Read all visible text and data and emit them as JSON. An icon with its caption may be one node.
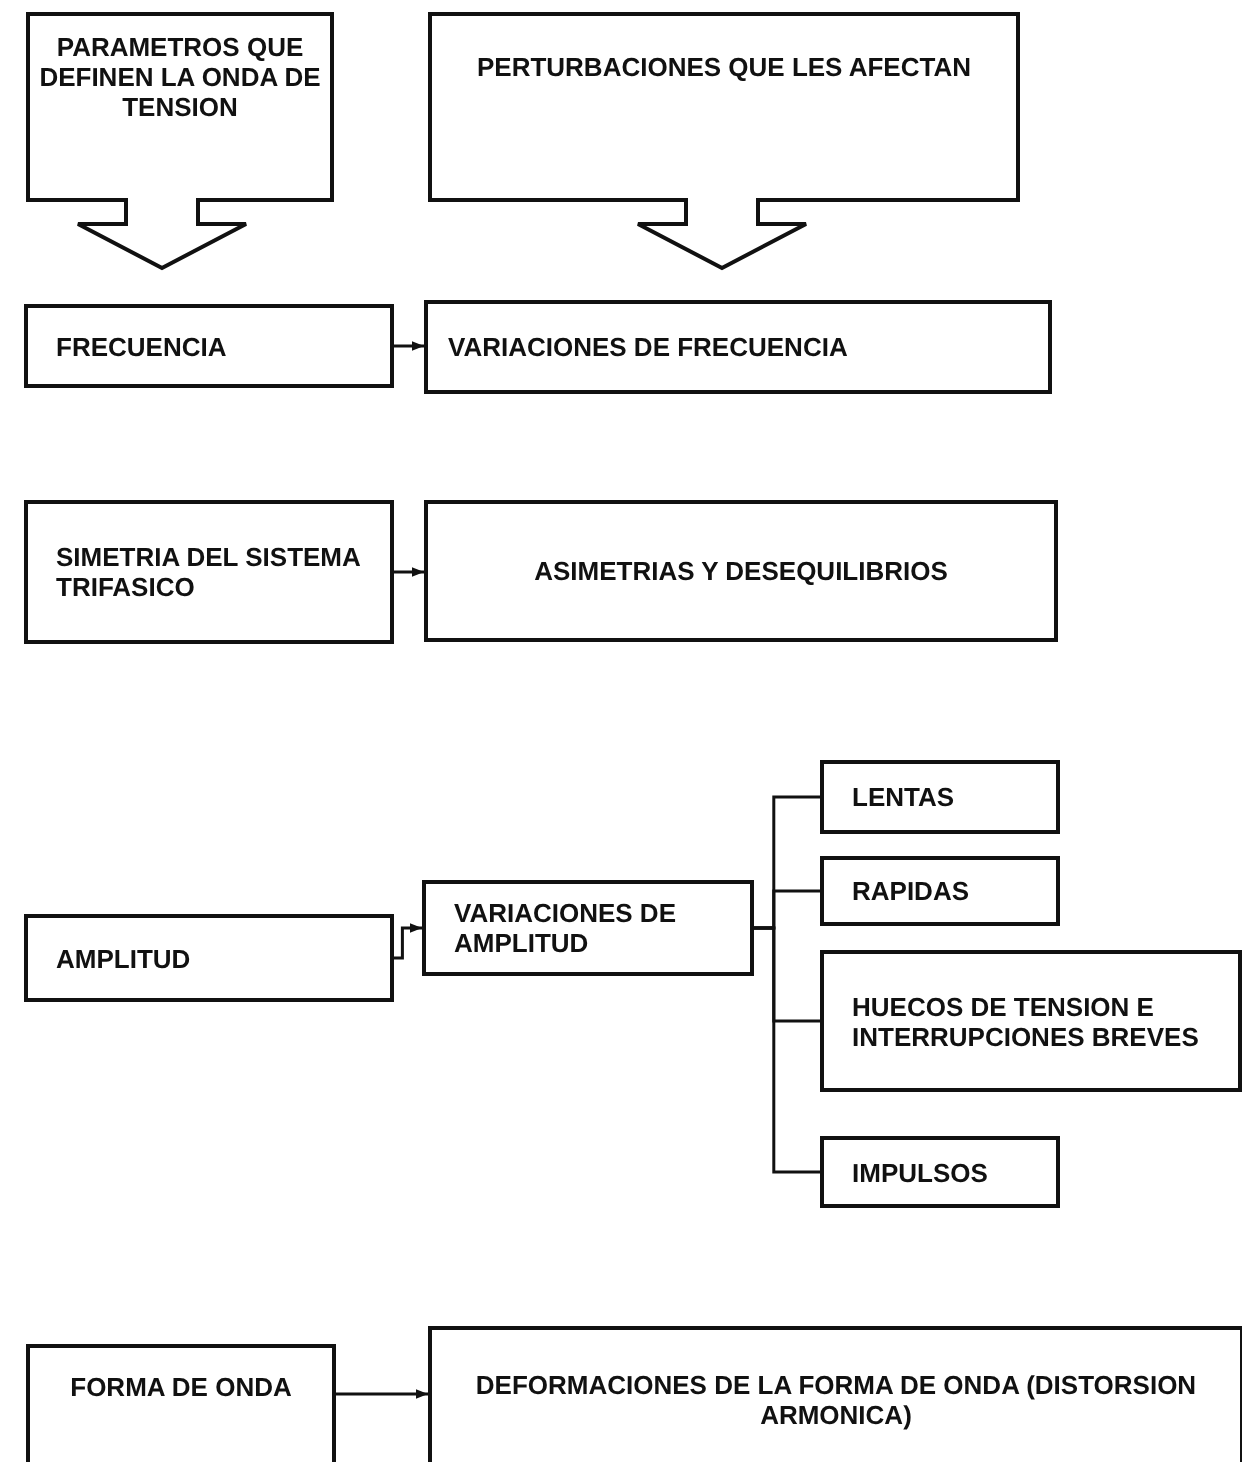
{
  "diagram": {
    "nodes": [
      {
        "text": [
          "PARAMETROS QUE DEFINEN LA ONDA DE TENSION"
        ]
      },
      {
        "text": [
          "PERTURBACIONES QUE LES AFECTAN"
        ]
      },
      {
        "text": [
          "FRECUENCIA"
        ]
      },
      {
        "text": [
          "VARIACIONES DE FRECUENCIA"
        ]
      },
      {
        "text": [
          "SIMETRIA DEL SISTEMA TRIFASICO"
        ]
      },
      {
        "text": [
          "ASIMETRIAS Y DESEQUILIBRIOS"
        ]
      },
      {
        "text": [
          "AMPLITUD"
        ]
      },
      {
        "text": [
          "VARIACIONES DE AMPLITUD"
        ]
      },
      {
        "text": [
          "LENTAS"
        ]
      },
      {
        "text": [
          "RAPIDAS"
        ]
      },
      {
        "text": [
          "HUECOS DE TENSION E INTERRUPCIONES BREVES"
        ]
      },
      {
        "text": [
          "IMPULSOS"
        ]
      },
      {
        "text": [
          "FORMA DE ONDA"
        ]
      },
      {
        "text": [
          "DEFORMACIONES DE LA FORMA DE ONDA (DISTORSION ARMONICA)"
        ]
      }
    ],
    "edges": [
      {
        "from": 2,
        "to": 3,
        "arrow": "to"
      },
      {
        "from": 4,
        "to": 5,
        "arrow": "to"
      },
      {
        "from": 6,
        "to": 7,
        "arrow": "to"
      },
      {
        "from": 7,
        "to": 8,
        "arrow": "none"
      },
      {
        "from": 7,
        "to": 9,
        "arrow": "none"
      },
      {
        "from": 7,
        "to": 10,
        "arrow": "none"
      },
      {
        "from": 7,
        "to": 11,
        "arrow": "none"
      },
      {
        "from": 12,
        "to": 13,
        "arrow": "to"
      }
    ]
  }
}
